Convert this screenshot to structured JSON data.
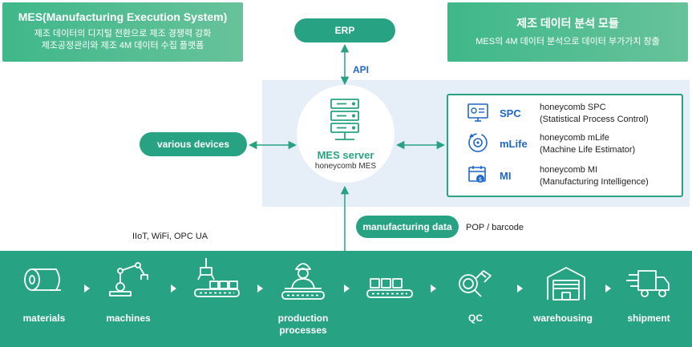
{
  "top_left": {
    "title": "MES(Manufacturing Execution System)",
    "line1": "제조 데이터의 디지털 전환으로 제조 경쟁력 강화",
    "line2": "제조공정관리와 제조 4M 데이터 수집 플랫폼"
  },
  "top_right": {
    "title": "제조 데이터 분석 모듈",
    "line1": "MES의 4M 데이터 분석으로 데이터 부가가치 창출"
  },
  "erp": "ERP",
  "api": "API",
  "various_devices": "various devices",
  "mes_server": {
    "title": "MES server",
    "subtitle": "honeycomb MES"
  },
  "modules": [
    {
      "abbr": "SPC",
      "name": "honeycomb SPC",
      "full": "(Statistical Process Control)",
      "icon": "monitor-chart-icon"
    },
    {
      "abbr": "mLife",
      "name": "honeycomb mLife",
      "full": "(Machine Life Estimator)",
      "icon": "gear-clock-icon"
    },
    {
      "abbr": "MI",
      "name": "honeycomb MI",
      "full": "(Manufacturing Intelligence)",
      "icon": "calendar-dollar-icon"
    }
  ],
  "protocols": "IIoT, WiFi, OPC UA",
  "manufacturing_data": "manufacturing data",
  "pop_barcode": "POP / barcode",
  "steps": [
    {
      "label": "materials",
      "icon": "roll-icon"
    },
    {
      "label": "machines",
      "icon": "robot-arm-icon"
    },
    {
      "label": "",
      "icon": "conveyor-crane-icon"
    },
    {
      "label": "production\nprocesses",
      "icon": "worker-conveyor-icon"
    },
    {
      "label": "",
      "icon": "conveyor-boxes-icon"
    },
    {
      "label": "QC",
      "icon": "magnifier-check-icon"
    },
    {
      "label": "warehousing",
      "icon": "warehouse-icon"
    },
    {
      "label": "shipment",
      "icon": "truck-icon"
    }
  ],
  "colors": {
    "green": "#27a383",
    "blue": "#1f67c9",
    "panel": "#e6eef8"
  }
}
